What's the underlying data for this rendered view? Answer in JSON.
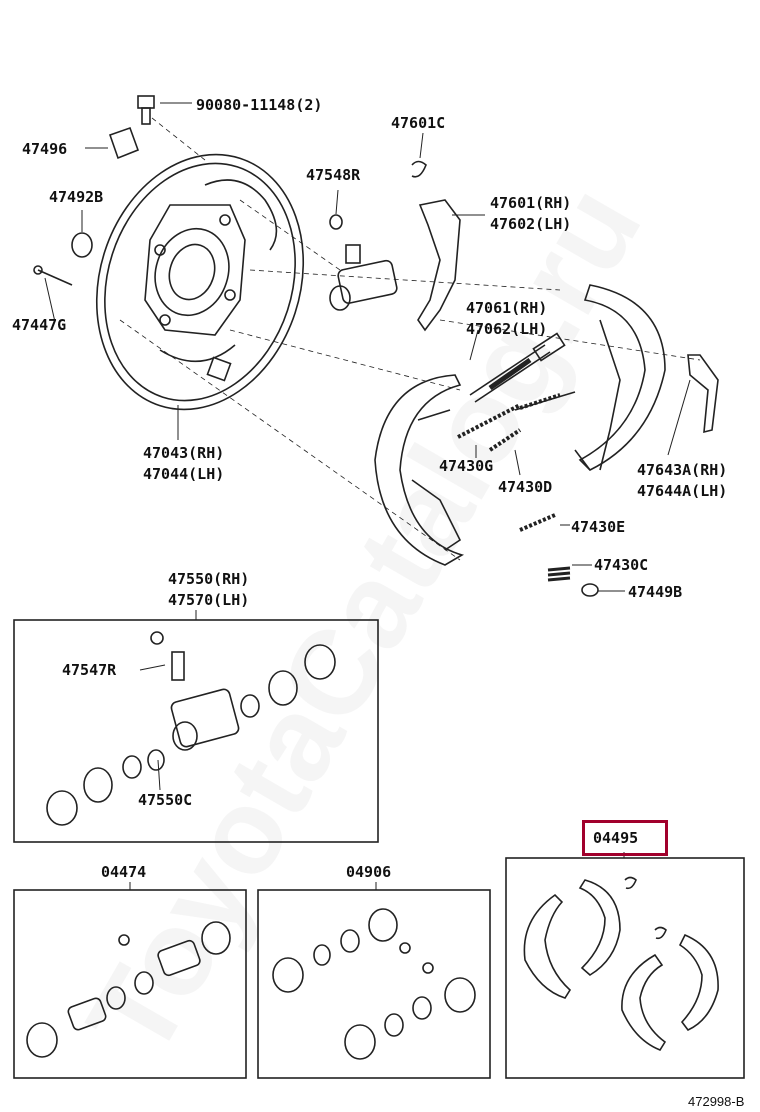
{
  "labels": {
    "p90080": "90080-11148(2)",
    "p47496": "47496",
    "p47601c": "47601C",
    "p47548r": "47548R",
    "p47492b": "47492B",
    "p47601": "47601(RH)",
    "p47602": "47602(LH)",
    "p47447g": "47447G",
    "p47061": "47061(RH)",
    "p47062": "47062(LH)",
    "p47043": "47043(RH)",
    "p47044": "47044(LH)",
    "p47430g": "47430G",
    "p47430d": "47430D",
    "p47643a": "47643A(RH)",
    "p47644a": "47644A(LH)",
    "p47430e": "47430E",
    "p47430c": "47430C",
    "p47449b": "47449B",
    "p47550": "47550(RH)",
    "p47570": "47570(LH)",
    "p47547r": "47547R",
    "p47550c": "47550C",
    "p04474": "04474",
    "p04906": "04906",
    "p04495": "04495"
  },
  "figure_id": "472998-B",
  "watermark": "ToyotaCatalog.ru",
  "highlight_color": "#a1002c"
}
